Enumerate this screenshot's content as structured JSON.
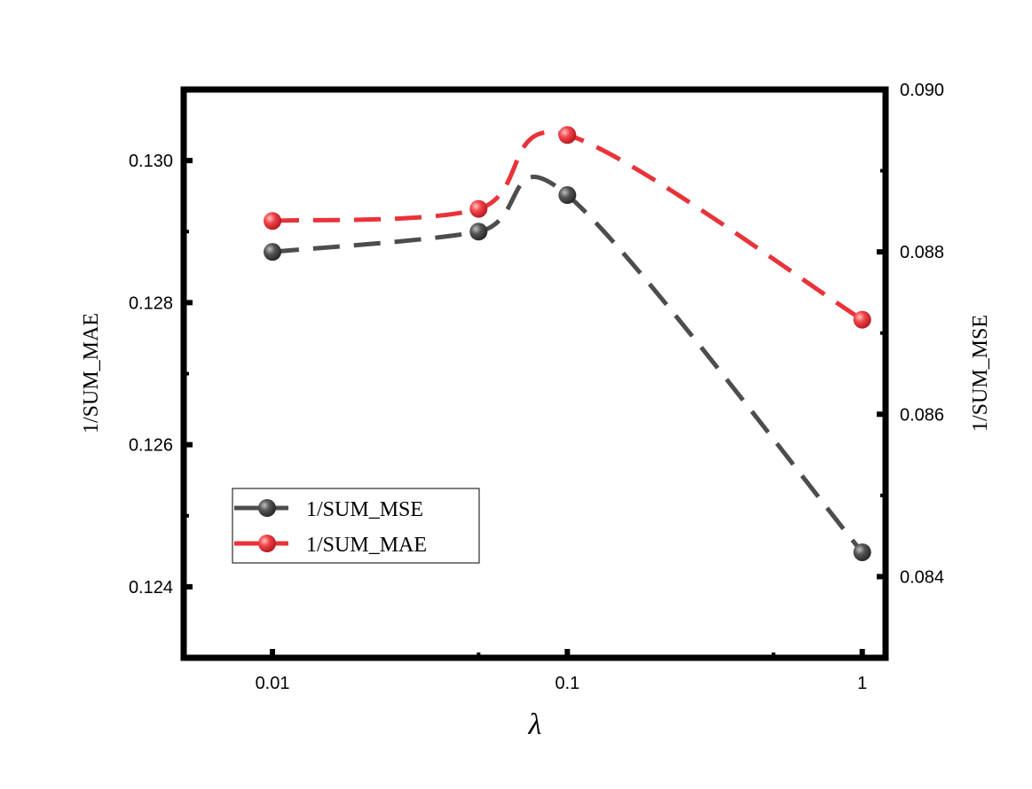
{
  "chart_data": {
    "type": "line",
    "xlabel": "λ",
    "ylabel_left": "1/SUM_MAE",
    "ylabel_right": "1/SUM_MSE",
    "x_scale": "log",
    "x": [
      0.01,
      0.05,
      0.1,
      1
    ],
    "x_ticks": [
      0.01,
      0.1,
      1
    ],
    "x_tick_labels": [
      "0.01",
      "0.1",
      "1"
    ],
    "xlim": [
      0.005,
      1.2
    ],
    "ylim_left": [
      0.123,
      0.131
    ],
    "y_ticks_left": [
      "0.124",
      "0.126",
      "0.128",
      "0.130"
    ],
    "ylim_right": [
      0.083,
      0.09
    ],
    "y_ticks_right": [
      "0.084",
      "0.086",
      "0.088",
      "0.090"
    ],
    "grid": false,
    "legend_position": "bottom-left",
    "series": [
      {
        "name": "1/SUM_MSE",
        "axis": "right",
        "color": "#4d4d4d",
        "values": [
          0.088,
          0.08825,
          0.0887,
          0.0843
        ]
      },
      {
        "name": "1/SUM_MAE",
        "axis": "left",
        "color": "#e8333a",
        "values": [
          0.12915,
          0.12932,
          0.13036,
          0.12776
        ]
      }
    ]
  }
}
